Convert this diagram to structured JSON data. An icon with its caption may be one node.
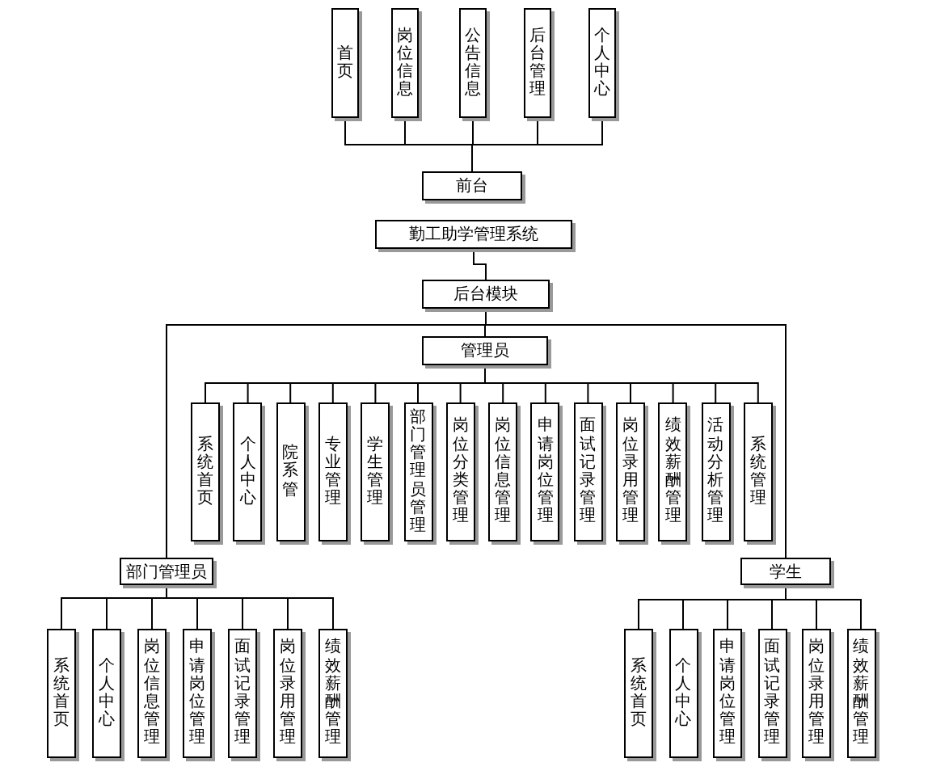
{
  "diagram": {
    "nodes": [
      {
        "text": [
          "首页"
        ]
      },
      {
        "text": [
          "岗位信息"
        ]
      },
      {
        "text": [
          "公告信息"
        ]
      },
      {
        "text": [
          "后台管理"
        ]
      },
      {
        "text": [
          "个人中心"
        ]
      },
      {
        "text": [
          "前台"
        ]
      },
      {
        "text": [
          "勤工助学管理系统"
        ]
      },
      {
        "text": [
          "后台模块"
        ]
      },
      {
        "text": [
          "管理员"
        ]
      },
      {
        "text": [
          "系统首页"
        ]
      },
      {
        "text": [
          "个人中心"
        ]
      },
      {
        "text": [
          "院系管"
        ]
      },
      {
        "text": [
          "专业管理"
        ]
      },
      {
        "text": [
          "学生管理"
        ]
      },
      {
        "text": [
          "部门管理员管理"
        ]
      },
      {
        "text": [
          "岗位分类管理"
        ]
      },
      {
        "text": [
          "岗位信息管理"
        ]
      },
      {
        "text": [
          "申请岗位管理"
        ]
      },
      {
        "text": [
          "面试记录管理"
        ]
      },
      {
        "text": [
          "岗位录用管理"
        ]
      },
      {
        "text": [
          "绩效薪酬管理"
        ]
      },
      {
        "text": [
          "活动分析管理"
        ]
      },
      {
        "text": [
          "系统管理"
        ]
      },
      {
        "text": [
          "部门管理员"
        ]
      },
      {
        "text": [
          "系统首页"
        ]
      },
      {
        "text": [
          "个人中心"
        ]
      },
      {
        "text": [
          "岗位信息管理"
        ]
      },
      {
        "text": [
          "申请岗位管理"
        ]
      },
      {
        "text": [
          "面试记录管理"
        ]
      },
      {
        "text": [
          "岗位录用管理"
        ]
      },
      {
        "text": [
          "绩效薪酬管理"
        ]
      },
      {
        "text": [
          "学生"
        ]
      },
      {
        "text": [
          "系统首页"
        ]
      },
      {
        "text": [
          "个人中心"
        ]
      },
      {
        "text": [
          "申请岗位管理"
        ]
      },
      {
        "text": [
          "面试记录管理"
        ]
      },
      {
        "text": [
          "岗位录用管理"
        ]
      },
      {
        "text": [
          "绩效薪酬管理"
        ]
      }
    ],
    "edges": [
      {
        "from": 0,
        "to": 5,
        "arrow": "none"
      },
      {
        "from": 1,
        "to": 5,
        "arrow": "none"
      },
      {
        "from": 2,
        "to": 5,
        "arrow": "none"
      },
      {
        "from": 3,
        "to": 5,
        "arrow": "none"
      },
      {
        "from": 4,
        "to": 5,
        "arrow": "none"
      },
      {
        "from": 6,
        "to": 7,
        "arrow": "none"
      },
      {
        "from": 7,
        "to": 8,
        "arrow": "none"
      },
      {
        "from": 7,
        "to": 23,
        "arrow": "none"
      },
      {
        "from": 7,
        "to": 31,
        "arrow": "none"
      },
      {
        "from": 8,
        "to": 9,
        "arrow": "none"
      },
      {
        "from": 8,
        "to": 10,
        "arrow": "none"
      },
      {
        "from": 8,
        "to": 11,
        "arrow": "none"
      },
      {
        "from": 8,
        "to": 12,
        "arrow": "none"
      },
      {
        "from": 8,
        "to": 13,
        "arrow": "none"
      },
      {
        "from": 8,
        "to": 14,
        "arrow": "none"
      },
      {
        "from": 8,
        "to": 15,
        "arrow": "none"
      },
      {
        "from": 8,
        "to": 16,
        "arrow": "none"
      },
      {
        "from": 8,
        "to": 17,
        "arrow": "none"
      },
      {
        "from": 8,
        "to": 18,
        "arrow": "none"
      },
      {
        "from": 8,
        "to": 19,
        "arrow": "none"
      },
      {
        "from": 8,
        "to": 20,
        "arrow": "none"
      },
      {
        "from": 8,
        "to": 21,
        "arrow": "none"
      },
      {
        "from": 8,
        "to": 22,
        "arrow": "none"
      },
      {
        "from": 23,
        "to": 24,
        "arrow": "none"
      },
      {
        "from": 23,
        "to": 25,
        "arrow": "none"
      },
      {
        "from": 23,
        "to": 26,
        "arrow": "none"
      },
      {
        "from": 23,
        "to": 27,
        "arrow": "none"
      },
      {
        "from": 23,
        "to": 28,
        "arrow": "none"
      },
      {
        "from": 23,
        "to": 29,
        "arrow": "none"
      },
      {
        "from": 23,
        "to": 30,
        "arrow": "none"
      },
      {
        "from": 31,
        "to": 32,
        "arrow": "none"
      },
      {
        "from": 31,
        "to": 33,
        "arrow": "none"
      },
      {
        "from": 31,
        "to": 34,
        "arrow": "none"
      },
      {
        "from": 31,
        "to": 35,
        "arrow": "none"
      },
      {
        "from": 31,
        "to": 36,
        "arrow": "none"
      },
      {
        "from": 31,
        "to": 37,
        "arrow": "none"
      }
    ]
  }
}
